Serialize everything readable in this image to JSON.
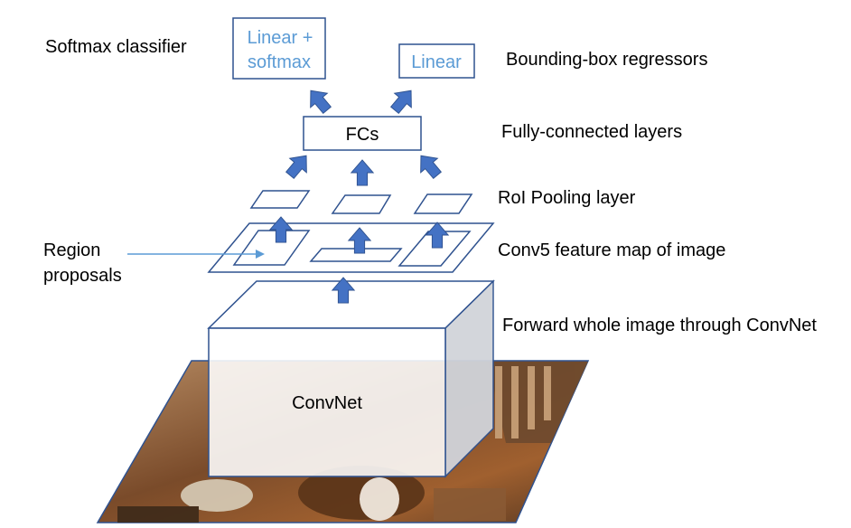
{
  "colors": {
    "arrow": "#4472C4",
    "arrow_stroke": "#2F528F",
    "outline": "#2F528F",
    "blue_text": "#5B9BD5",
    "box_side": "#c9ccd3"
  },
  "labels": {
    "softmax_classifier": "Softmax classifier",
    "bbox_regressors": "Bounding-box regressors",
    "fully_connected": "Fully-connected layers",
    "roi_pooling": "RoI Pooling layer",
    "conv5": "Conv5 feature map of image",
    "forward": "Forward whole image through ConvNet",
    "region_line1": "Region",
    "region_line2": "proposals"
  },
  "boxes": {
    "linear_softmax_line1": "Linear +",
    "linear_softmax_line2": "softmax",
    "linear": "Linear",
    "fcs": "FCs",
    "convnet": "ConvNet"
  },
  "icons": {
    "arrow": "block-arrow-icon",
    "photo": "horse-photo-image"
  }
}
